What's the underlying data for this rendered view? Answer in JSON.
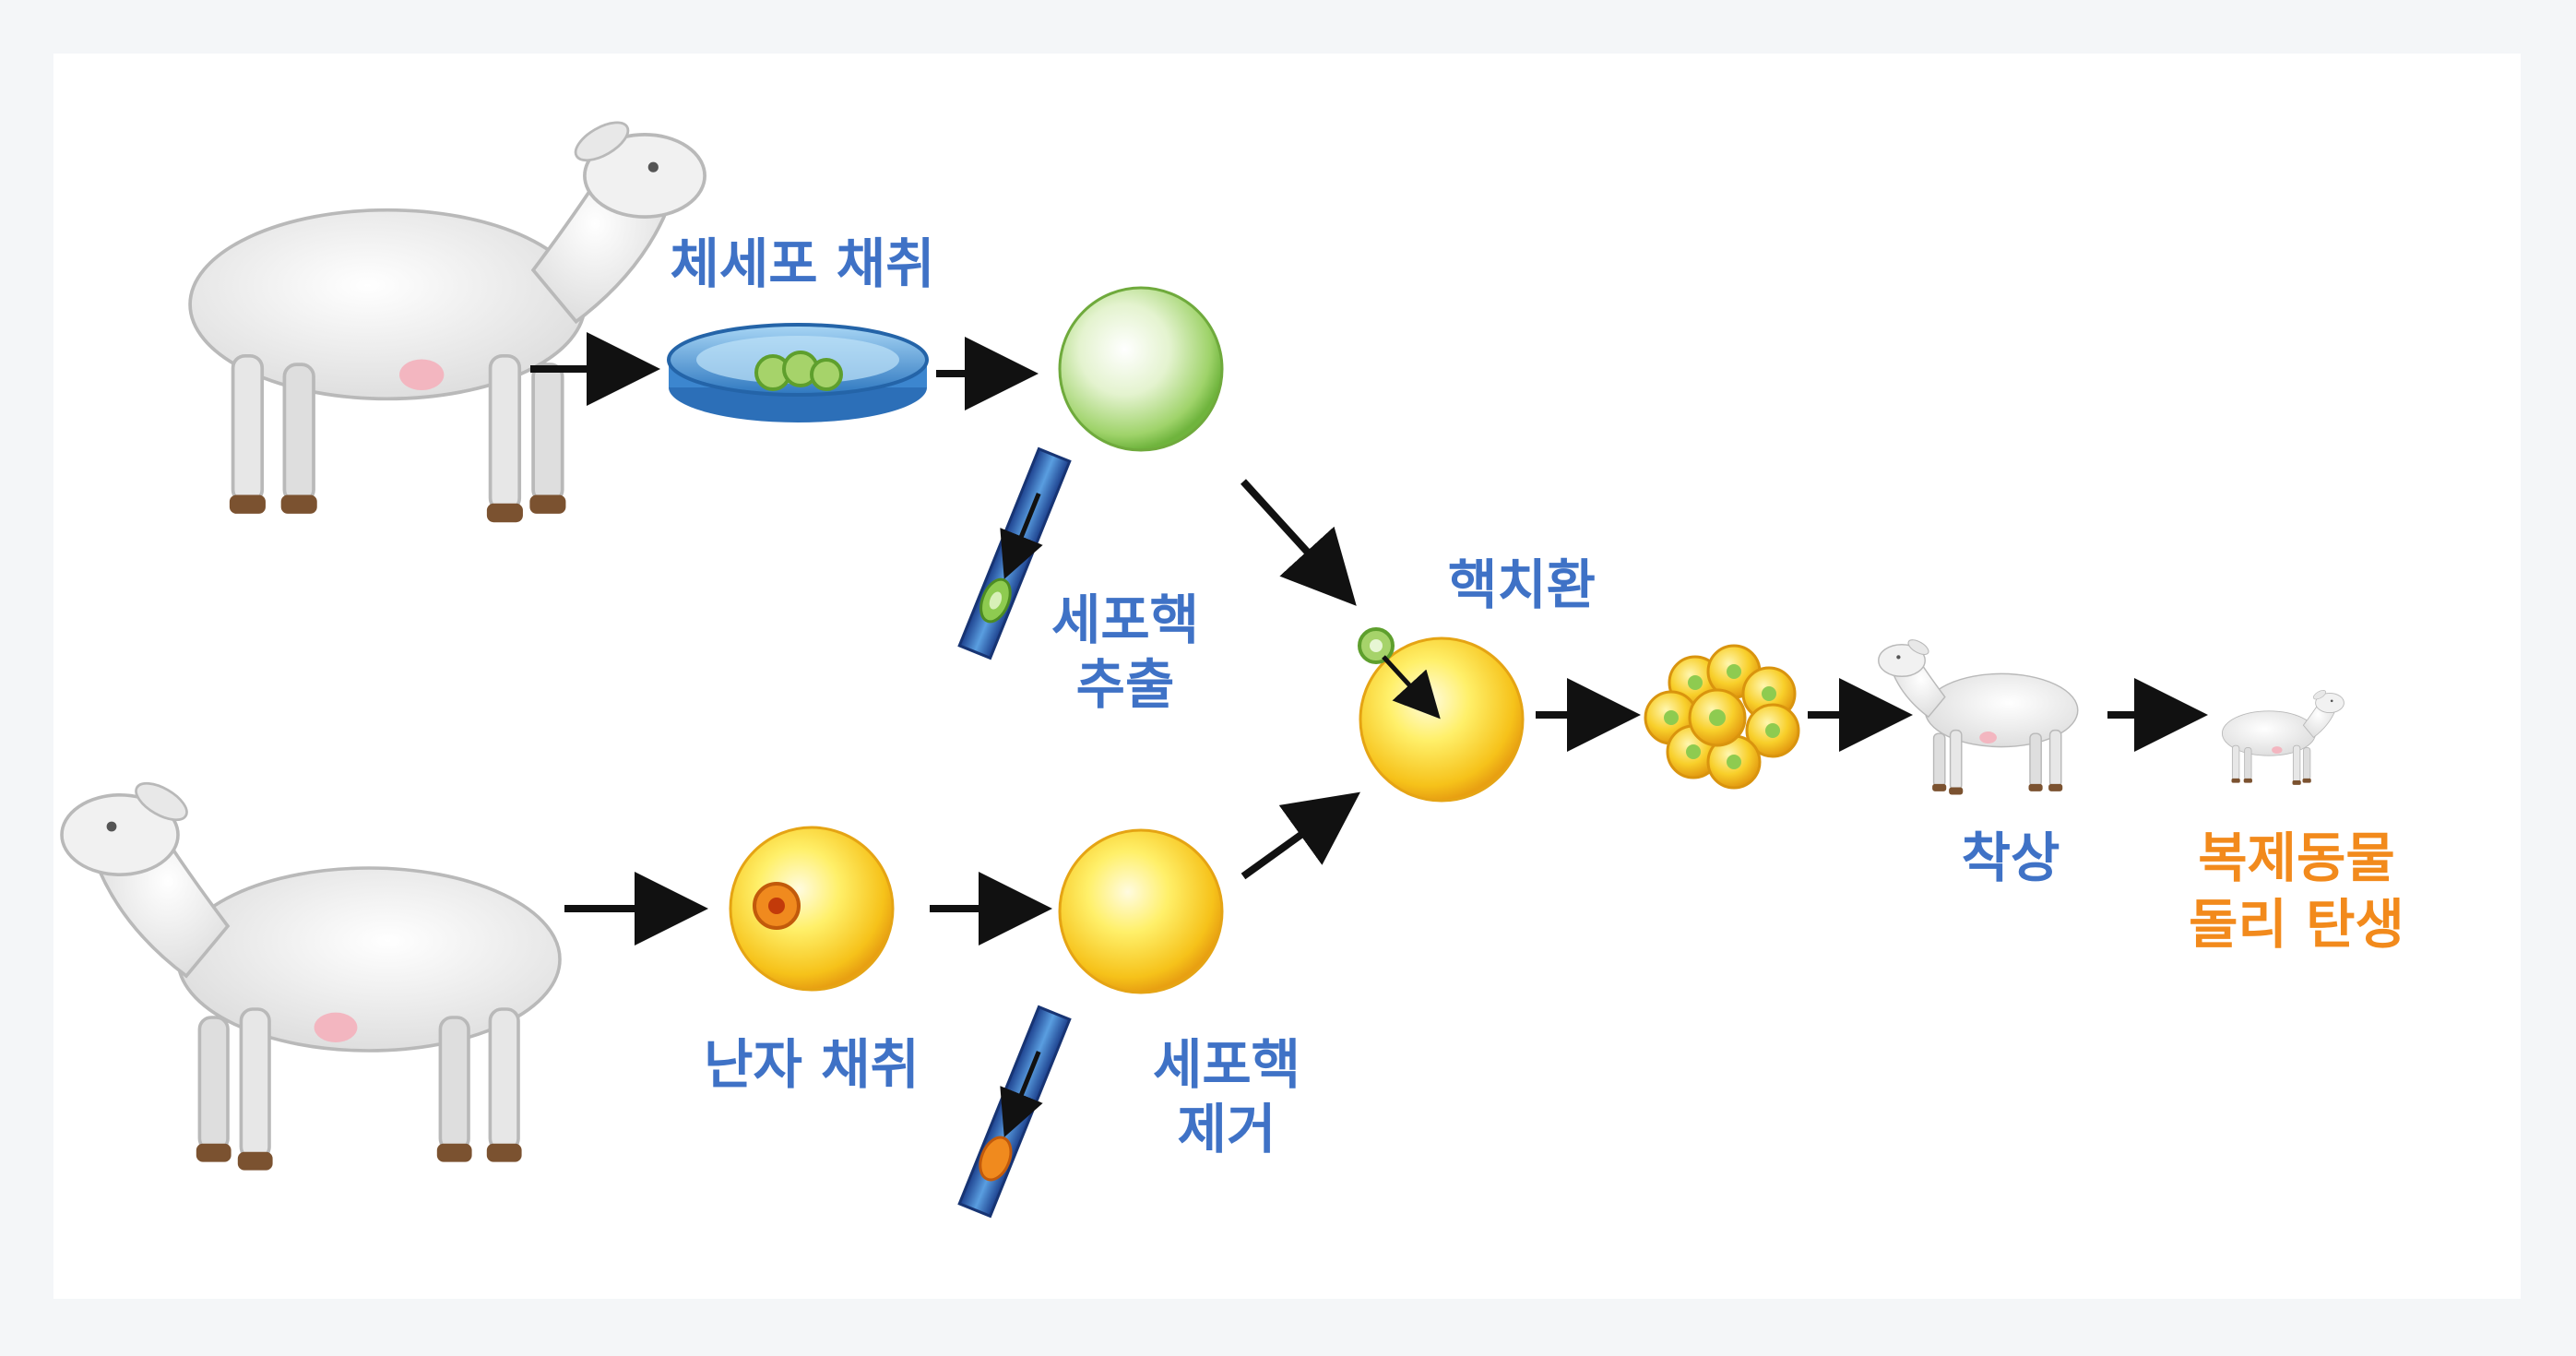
{
  "colors": {
    "label_blue": "#3f72c6",
    "label_orange": "#f28a1c",
    "background": "#f4f6f8",
    "panel": "#ffffff",
    "arrow": "#111111"
  },
  "labels": {
    "somatic_cell_collection": "체세포 채취",
    "nucleus_extraction_line1": "세포핵",
    "nucleus_extraction_line2": "추출",
    "egg_collection": "난자 채취",
    "nucleus_removal_line1": "세포핵",
    "nucleus_removal_line2": "제거",
    "nuclear_transfer": "핵치환",
    "implantation": "착상",
    "clone_birth_line1": "복제동물",
    "clone_birth_line2": "돌리 탄생"
  },
  "icons": {
    "donor_sheep": "sheep-icon",
    "egg_sheep": "sheep-icon",
    "petri_dish": "petri-dish-icon",
    "somatic_cell": "cell-icon",
    "egg_cell": "egg-cell-icon",
    "pipette": "pipette-icon",
    "embryo": "embryo-icon",
    "surrogate": "sheep-icon",
    "lamb": "lamb-icon"
  }
}
